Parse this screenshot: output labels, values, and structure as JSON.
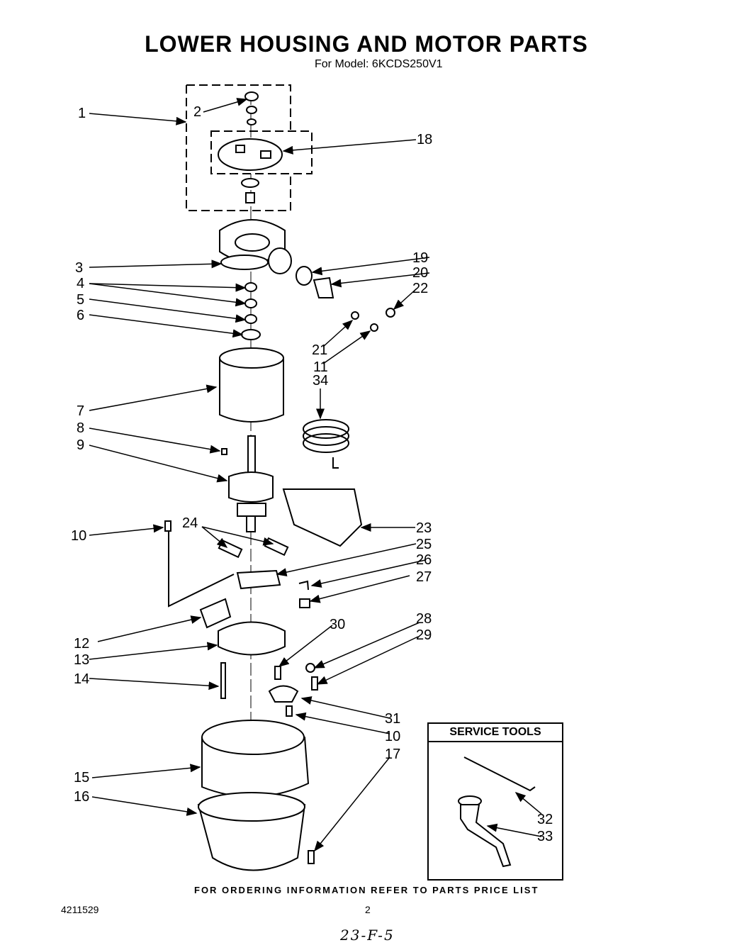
{
  "title": "LOWER HOUSING AND MOTOR PARTS",
  "subtitle": "For Model: 6KCDS250V1",
  "service_tools_title": "SERVICE TOOLS",
  "footer": "FOR ORDERING INFORMATION REFER TO PARTS PRICE LIST",
  "doc_number": "4211529",
  "page_number": "2",
  "handwritten_note": "23-F-5",
  "callouts": {
    "c1": "1",
    "c2": "2",
    "c3": "3",
    "c4": "4",
    "c5": "5",
    "c6": "6",
    "c7": "7",
    "c8": "8",
    "c9": "9",
    "c10a": "10",
    "c10b": "10",
    "c11": "11",
    "c12": "12",
    "c13": "13",
    "c14": "14",
    "c15": "15",
    "c16": "16",
    "c17": "17",
    "c18": "18",
    "c19": "19",
    "c20": "20",
    "c21": "21",
    "c22": "22",
    "c23": "23",
    "c24": "24",
    "c25": "25",
    "c26": "26",
    "c27": "27",
    "c28": "28",
    "c29": "29",
    "c30": "30",
    "c31": "31",
    "c32": "32",
    "c33": "33",
    "c34": "34"
  }
}
